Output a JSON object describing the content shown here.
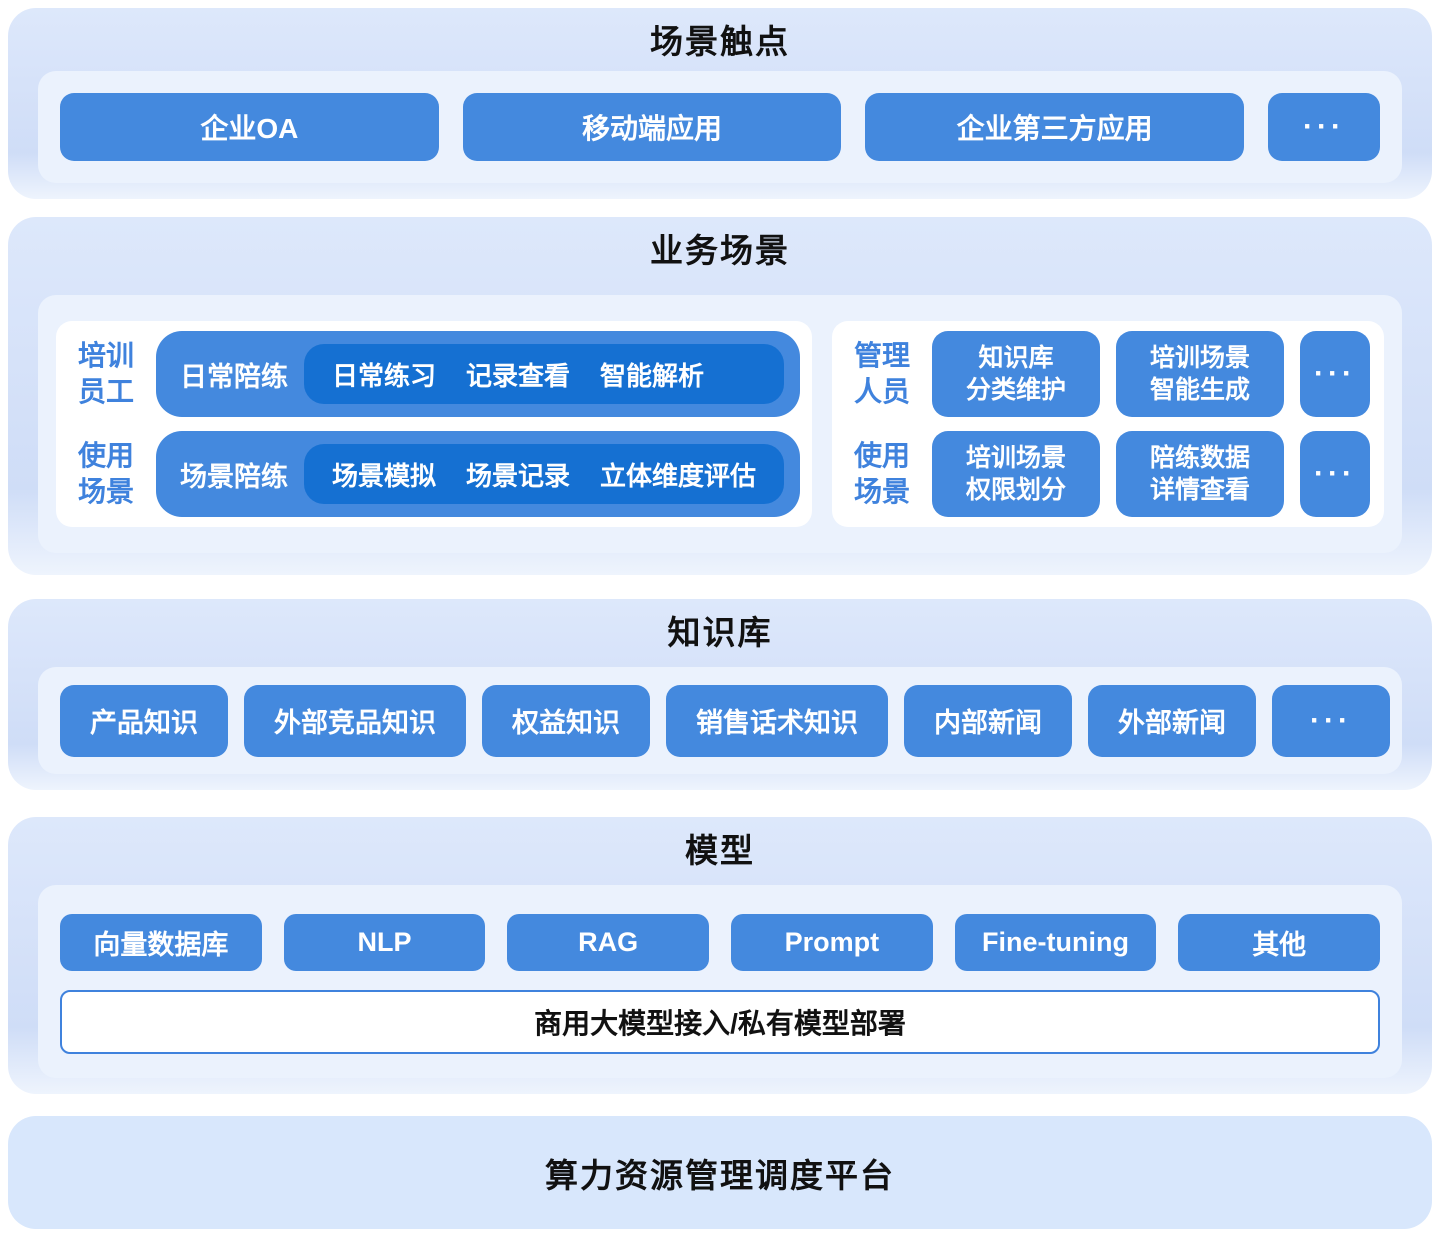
{
  "colors": {
    "section-top": "#dde8fb",
    "shadow-blue": "#7f9ae0",
    "panel-bg": "#ebf2fd",
    "chip-blue": "#4489de",
    "pill-dark": "#1570d2",
    "label-blue": "#3f82dd",
    "title-ink": "#111111",
    "platform-bg": "#d8e7fc"
  },
  "touchpoints": {
    "title": "场景触点",
    "buttons": [
      "企业OA",
      "移动端应用",
      "企业第三方应用"
    ],
    "more": "···"
  },
  "business": {
    "title": "业务场景",
    "left": {
      "rows": [
        {
          "label": "培训\n员工",
          "pill": "日常陪练",
          "items": [
            "日常练习",
            "记录查看",
            "智能解析"
          ]
        },
        {
          "label": "使用\n场景",
          "pill": "场景陪练",
          "items": [
            "场景模拟",
            "场景记录",
            "立体维度评估"
          ]
        }
      ]
    },
    "right": {
      "rows": [
        {
          "label": "管理\n人员",
          "buttons": [
            "知识库\n分类维护",
            "培训场景\n智能生成"
          ],
          "more": "···"
        },
        {
          "label": "使用\n场景",
          "buttons": [
            "培训场景\n权限划分",
            "陪练数据\n详情查看"
          ],
          "more": "···"
        }
      ]
    }
  },
  "knowledge": {
    "title": "知识库",
    "buttons": [
      "产品知识",
      "外部竞品知识",
      "权益知识",
      "销售话术知识",
      "内部新闻",
      "外部新闻"
    ],
    "more": "···"
  },
  "model": {
    "title": "模型",
    "buttons": [
      "向量数据库",
      "NLP",
      "RAG",
      "Prompt",
      "Fine-tuning",
      "其他"
    ],
    "bar": "商用大模型接入/私有模型部署"
  },
  "platform": {
    "title": "算力资源管理调度平台"
  }
}
